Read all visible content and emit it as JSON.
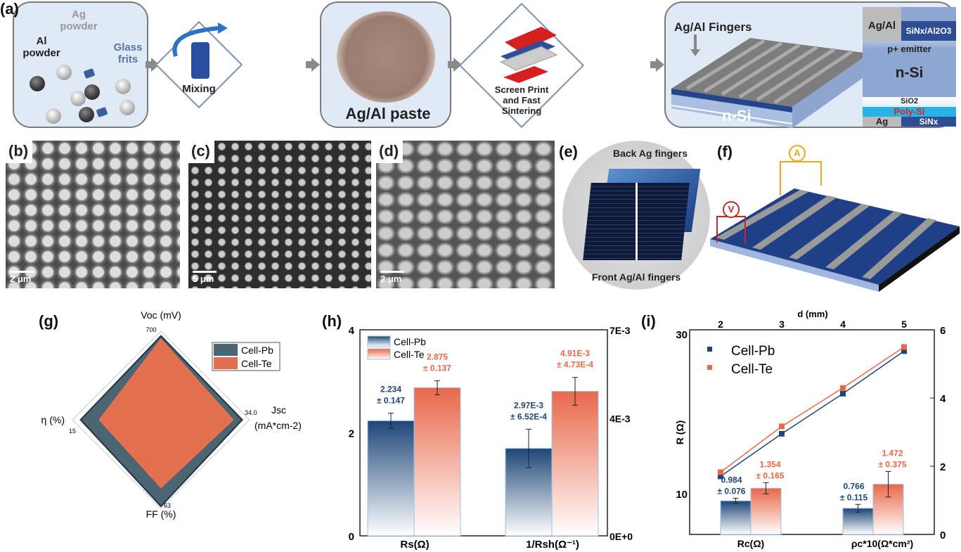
{
  "panels": {
    "a": "(a)",
    "b": "(b)",
    "c": "(c)",
    "d": "(d)",
    "e": "(e)",
    "f": "(f)",
    "g": "(g)",
    "h": "(h)",
    "i": "(i)"
  },
  "process": {
    "al_powder": "Al powder",
    "ag_powder": "Ag powder",
    "glass_frits": "Glass frits",
    "mixing": "Mixing",
    "paste": "Ag/Al paste",
    "screen_print": "Screen Print and Fast Sintering",
    "fingers": "Ag/Al Fingers",
    "nsi_slab": "n-Si",
    "stack": {
      "top_contact": "Ag/Al",
      "passivation": "SiNx/Al2O3",
      "emitter": "p+ emitter",
      "bulk": "n-Si",
      "oxide": "SiO2",
      "poly": "Poly-Si",
      "bottom_contact": "Ag",
      "bottom_passivation": "SiNx"
    }
  },
  "sem": {
    "b_scale": "2 μm",
    "c_scale": "5 μm",
    "d_scale": "2 μm"
  },
  "photo": {
    "back": "Back Ag fingers",
    "front": "Front Ag/Al fingers"
  },
  "tlm": {
    "ammeter": "A",
    "voltmeter": "V"
  },
  "colors": {
    "pb": "#4b6672",
    "te": "#e2704f",
    "pb_bar": "#1d4677",
    "te_bar": "#e9684a"
  },
  "chart_data": [
    {
      "type": "radar",
      "panel": "g",
      "axes": [
        {
          "label": "Voc (mV)",
          "max_label": "700"
        },
        {
          "label": "Jsc",
          "unit": "(mA*cm-2)",
          "max_label": "34.0"
        },
        {
          "label": "FF (%)",
          "max_label": "63"
        },
        {
          "label": "η (%)",
          "max_label": "15"
        }
      ],
      "legend": [
        "Cell-Pb",
        "Cell-Te"
      ],
      "legend_position": "top-right",
      "series": [
        {
          "name": "Cell-Pb",
          "values_fraction_of_max": [
            0.97,
            0.94,
            1.0,
            0.93
          ]
        },
        {
          "name": "Cell-Te",
          "values_fraction_of_max": [
            0.93,
            0.83,
            0.78,
            0.71
          ]
        }
      ]
    },
    {
      "type": "bar",
      "panel": "h",
      "categories": [
        "Rs(Ω)",
        "1/Rsh(Ω⁻¹)"
      ],
      "left_axis": {
        "ylim": [
          0,
          4
        ],
        "ticks": [
          "0",
          "2",
          "4"
        ]
      },
      "right_axis": {
        "ylim": [
          0,
          0.007
        ],
        "ticks": [
          "0E+0",
          "4E-3",
          "7E-3"
        ]
      },
      "legend": [
        "Cell-Pb",
        "Cell-Te"
      ],
      "legend_position": "top-left",
      "series": [
        {
          "name": "Cell-Pb",
          "values": [
            2.234,
            0.00297
          ],
          "errors": [
            0.147,
            0.000652
          ],
          "labels": [
            [
              "2.234",
              "± 0.147"
            ],
            [
              "2.97E-3",
              "± 6.52E-4"
            ]
          ]
        },
        {
          "name": "Cell-Te",
          "values": [
            2.875,
            0.00491
          ],
          "errors": [
            0.137,
            0.000473
          ],
          "labels": [
            [
              "2.875",
              "± 0.137"
            ],
            [
              "4.91E-3",
              "± 4.73E-4"
            ]
          ]
        }
      ]
    },
    {
      "type": "line+bar",
      "panel": "i",
      "top_xlabel": "d (mm)",
      "x": [
        2,
        3,
        4,
        5
      ],
      "top_ticks": [
        "2",
        "3",
        "4",
        "5"
      ],
      "ylabel": "R (Ω)",
      "left_axis": {
        "ylim": [
          5,
          30
        ],
        "ticks": [
          "10",
          "30"
        ]
      },
      "right_axis": {
        "ylim": [
          0,
          6
        ],
        "ticks": [
          "0",
          "2",
          "4",
          "6"
        ]
      },
      "legend": [
        "Cell-Pb",
        "Cell-Te"
      ],
      "legend_position": "top-left",
      "lines": [
        {
          "name": "Cell-Pb",
          "y": [
            12.1,
            17.3,
            22.2,
            27.4
          ]
        },
        {
          "name": "Cell-Te",
          "y": [
            12.6,
            18.2,
            22.9,
            27.9
          ]
        }
      ],
      "bar_categories": [
        "Rc(Ω)",
        "ρc*10(Ω*cm²)"
      ],
      "bars": [
        {
          "name": "Cell-Pb",
          "values": [
            0.984,
            0.766
          ],
          "errors": [
            0.076,
            0.115
          ],
          "labels": [
            [
              "0.984",
              "± 0.076"
            ],
            [
              "0.766",
              "± 0.115"
            ]
          ]
        },
        {
          "name": "Cell-Te",
          "values": [
            1.354,
            1.472
          ],
          "errors": [
            0.165,
            0.375
          ],
          "labels": [
            [
              "1.354",
              "± 0.165"
            ],
            [
              "1.472",
              "± 0.375"
            ]
          ]
        }
      ]
    }
  ]
}
